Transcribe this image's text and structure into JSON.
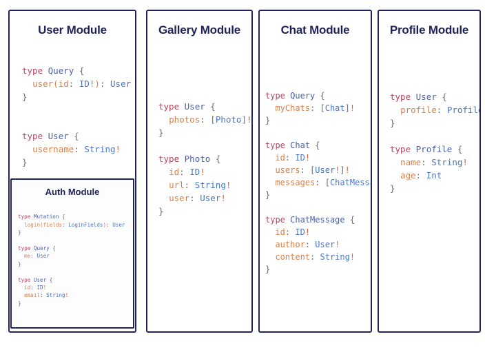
{
  "diagram": {
    "background_color": "#ffffff",
    "panel_border_color": "#20235c",
    "title_color": "#1f2259",
    "syntax_colors": {
      "keyword": "#b4485f",
      "type_name": "#4a5fa5",
      "field_name": "#d9804a",
      "value_type": "#4a76c7",
      "punctuation": "#6a6f78",
      "non_null": "#e0603c"
    }
  },
  "panels": [
    {
      "id": "user-module",
      "title": "User Module",
      "schema_text": "type Query {\n  user(id: ID!): User\n}\n\n\ntype User {\n  username: String!\n}",
      "types": [
        {
          "keyword": "type",
          "name": "Query",
          "fields": [
            {
              "name": "user(id: ID!)",
              "type": "User"
            }
          ]
        },
        {
          "keyword": "type",
          "name": "User",
          "fields": [
            {
              "name": "username",
              "type": "String!"
            }
          ]
        }
      ],
      "nested_panel": {
        "id": "auth-module",
        "title": "Auth Module",
        "schema_text": "type Mutation {\n  login(fields: LoginFields): User\n}\n\ntype Query {\n  me: User\n}\n\ntype User {\n  id: ID!\n  email: String!\n}",
        "types": [
          {
            "keyword": "type",
            "name": "Mutation",
            "fields": [
              {
                "name": "login(fields: LoginFields)",
                "type": "User"
              }
            ]
          },
          {
            "keyword": "type",
            "name": "Query",
            "fields": [
              {
                "name": "me",
                "type": "User"
              }
            ]
          },
          {
            "keyword": "type",
            "name": "User",
            "fields": [
              {
                "name": "id",
                "type": "ID!"
              },
              {
                "name": "email",
                "type": "String!"
              }
            ]
          }
        ]
      }
    },
    {
      "id": "gallery-module",
      "title": "Gallery Module",
      "schema_text": "type User {\n  photos: [Photo]!\n}\n\ntype Photo {\n  id: ID!\n  url: String!\n  user: User!\n}",
      "types": [
        {
          "keyword": "type",
          "name": "User",
          "fields": [
            {
              "name": "photos",
              "type": "[Photo]!"
            }
          ]
        },
        {
          "keyword": "type",
          "name": "Photo",
          "fields": [
            {
              "name": "id",
              "type": "ID!"
            },
            {
              "name": "url",
              "type": "String!"
            },
            {
              "name": "user",
              "type": "User!"
            }
          ]
        }
      ]
    },
    {
      "id": "chat-module",
      "title": "Chat Module",
      "schema_text": "type Query {\n  myChats: [Chat]!\n}\n\ntype Chat {\n  id: ID!\n  users: [User!]!\n  messages: [ChatMessage]!\n}\n\ntype ChatMessage {\n  id: ID!\n  author: User!\n  content: String!\n}",
      "types": [
        {
          "keyword": "type",
          "name": "Query",
          "fields": [
            {
              "name": "myChats",
              "type": "[Chat]!"
            }
          ]
        },
        {
          "keyword": "type",
          "name": "Chat",
          "fields": [
            {
              "name": "id",
              "type": "ID!"
            },
            {
              "name": "users",
              "type": "[User!]!"
            },
            {
              "name": "messages",
              "type": "[ChatMessage]!"
            }
          ]
        },
        {
          "keyword": "type",
          "name": "ChatMessage",
          "fields": [
            {
              "name": "id",
              "type": "ID!"
            },
            {
              "name": "author",
              "type": "User!"
            },
            {
              "name": "content",
              "type": "String!"
            }
          ]
        }
      ]
    },
    {
      "id": "profile-module",
      "title": "Profile Module",
      "schema_text": "type User {\n  profile: Profile!\n}\n\ntype Profile {\n  name: String!\n  age: Int\n}",
      "types": [
        {
          "keyword": "type",
          "name": "User",
          "fields": [
            {
              "name": "profile",
              "type": "Profile!"
            }
          ]
        },
        {
          "keyword": "type",
          "name": "Profile",
          "fields": [
            {
              "name": "name",
              "type": "String!"
            },
            {
              "name": "age",
              "type": "Int"
            }
          ]
        }
      ]
    }
  ]
}
